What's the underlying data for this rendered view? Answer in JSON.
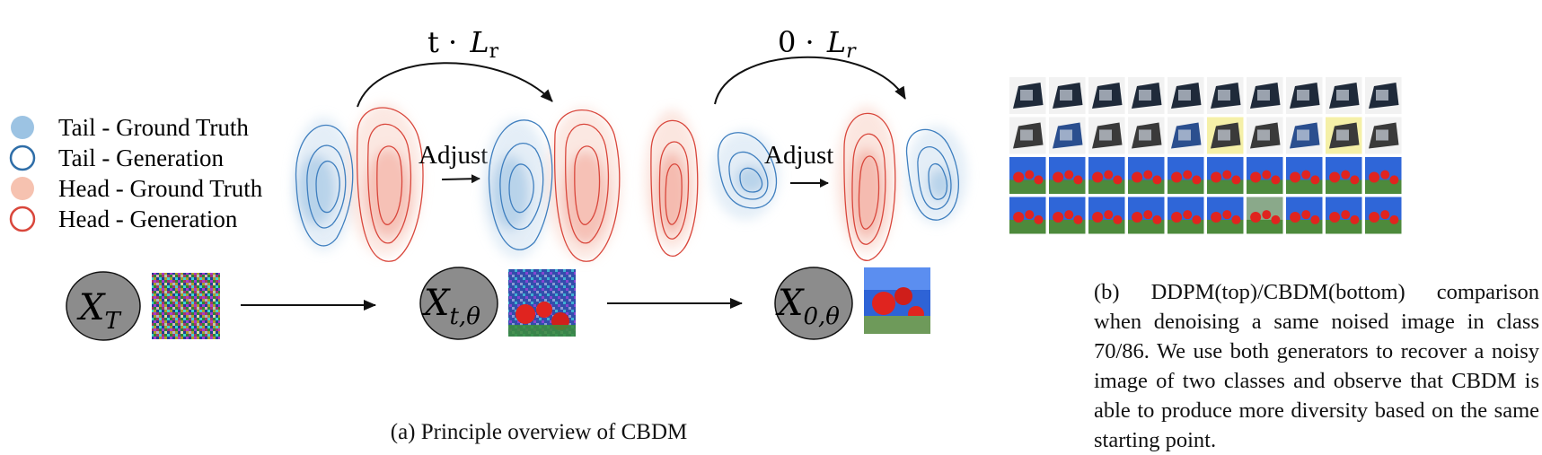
{
  "legend": [
    {
      "label": "Tail - Ground Truth",
      "style": "filled",
      "color": "#9cc3e3"
    },
    {
      "label": "Tail - Generation",
      "style": "ring",
      "color": "#2f6ea8"
    },
    {
      "label": "Head - Ground Truth",
      "style": "filled",
      "color": "#f6c2b0"
    },
    {
      "label": "Head - Generation",
      "style": "ring",
      "color": "#d9473c"
    }
  ],
  "steps": {
    "step1_loss": {
      "coef": "t ·",
      "L": "L",
      "sub": "r"
    },
    "step2_loss": {
      "coef": "0  ·",
      "L": "L",
      "sub": "r"
    },
    "adjust_label": "Adjust"
  },
  "nodes": [
    {
      "sym": "X",
      "sub": "T"
    },
    {
      "sym": "X",
      "sub": "t,θ"
    },
    {
      "sym": "X",
      "sub": "0,θ"
    }
  ],
  "captions": {
    "a": "(a) Principle overview of CBDM",
    "b": "(b) DDPM(top)/CBDM(bottom) comparison when denoising a same noised image in class 70/86.  We use both generators to recover a noisy image of two classes and observe that CBDM is able to produce more diversity based on the same starting point."
  },
  "colors": {
    "tail": "#3f7fbf",
    "tail_fill": "#9cc3e3",
    "head": "#d9473c",
    "head_fill": "#f4a493",
    "node_fill": "#8c8c8c"
  }
}
